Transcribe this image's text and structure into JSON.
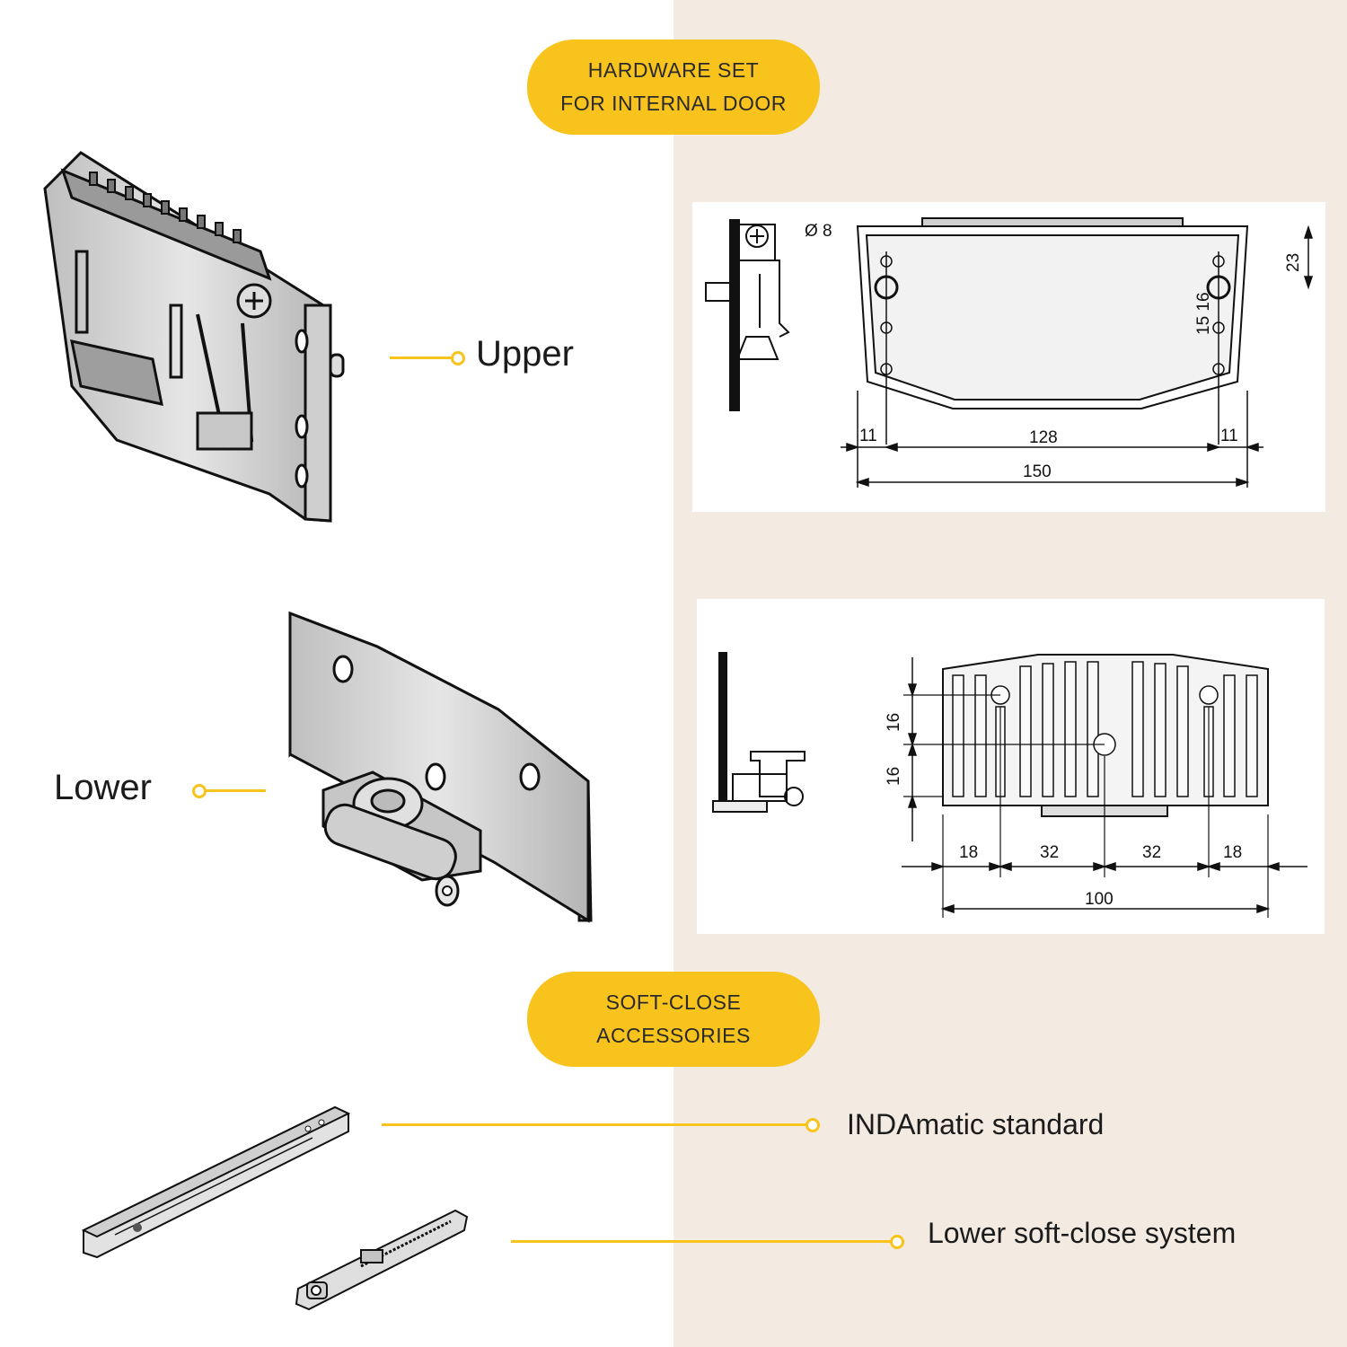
{
  "header_badge": {
    "line1": "HARDWARE SET",
    "line2": "FOR INTERNAL DOOR"
  },
  "accessories_badge": {
    "line1": "SOFT-CLOSE",
    "line2": "ACCESSORIES"
  },
  "labels": {
    "upper": "Upper",
    "lower": "Lower",
    "indamatic": "INDAmatic standard",
    "lower_soft_close": "Lower soft-close system"
  },
  "upper_drawing": {
    "diameter": "Ø 8",
    "height": "23",
    "hole_offsets": "15 16",
    "edge_left": "11",
    "edge_right": "11",
    "hole_spacing": "128",
    "total_width": "150"
  },
  "lower_drawing": {
    "v_upper": "16",
    "v_lower": "16",
    "seg_1": "18",
    "seg_2": "32",
    "seg_3": "32",
    "seg_4": "18",
    "total_width": "100"
  },
  "colors": {
    "accent": "#f8c31c",
    "right_background": "#f3eae1"
  }
}
